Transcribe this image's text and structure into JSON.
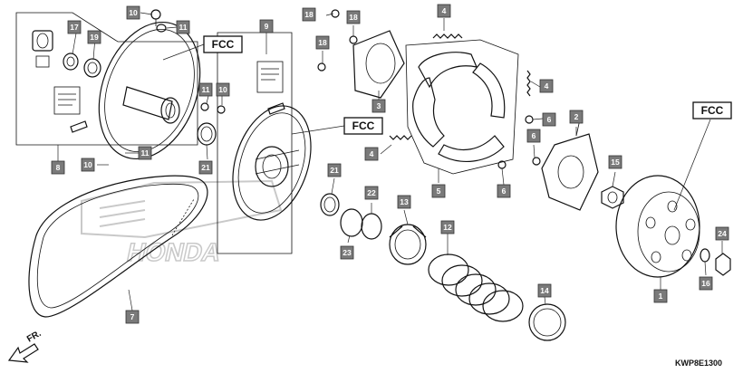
{
  "diagram": {
    "drawing_code": "KWP8E1300",
    "direction_label": "FR.",
    "fcc_label": "FCC",
    "watermark_text": "HONDA",
    "callouts": [
      "1",
      "2",
      "3",
      "4",
      "4",
      "4",
      "5",
      "6",
      "6",
      "6",
      "7",
      "8",
      "9",
      "10",
      "10",
      "10",
      "11",
      "11",
      "11",
      "12",
      "13",
      "14",
      "15",
      "16",
      "17",
      "18",
      "18",
      "18",
      "19",
      "21",
      "21",
      "22",
      "23",
      "24"
    ]
  }
}
